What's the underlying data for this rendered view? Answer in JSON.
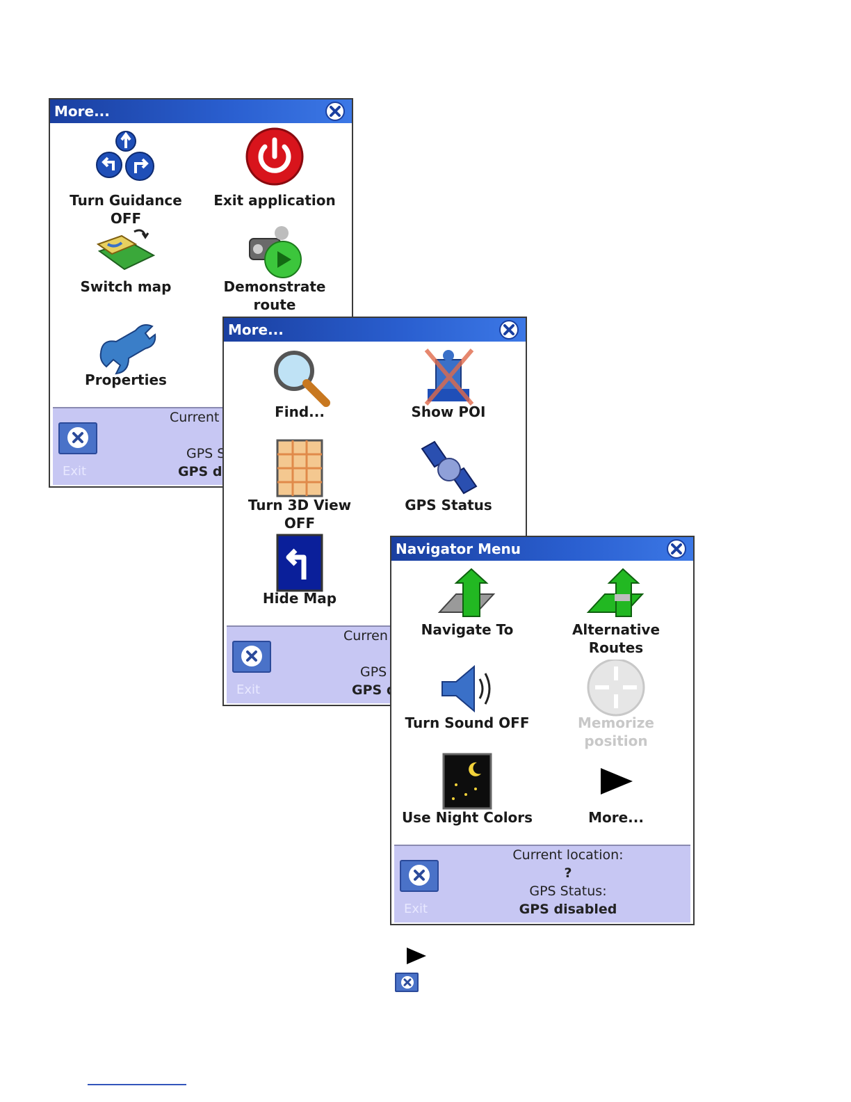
{
  "window1": {
    "title": "More...",
    "items": [
      {
        "label": "Turn Guidance\nOFF",
        "icon": "turn-arrows-icon"
      },
      {
        "label": "Exit application",
        "icon": "power-icon"
      },
      {
        "label": "Switch map",
        "icon": "map-icon"
      },
      {
        "label": "Demonstrate\nroute",
        "icon": "camera-play-icon"
      },
      {
        "label": "Properties",
        "icon": "wrench-icon"
      }
    ],
    "footer": {
      "location_label": "Current",
      "gps_label": "GPS S",
      "gps_value": "GPS di",
      "exit_label": "Exit"
    }
  },
  "window2": {
    "title": "More...",
    "items": [
      {
        "label": "Find...",
        "icon": "magnifier-icon"
      },
      {
        "label": "Show POI",
        "icon": "poi-crossed-icon"
      },
      {
        "label": "Turn 3D View\nOFF",
        "icon": "grid-map-icon"
      },
      {
        "label": "GPS Status",
        "icon": "satellite-icon"
      },
      {
        "label": "Hide Map",
        "icon": "turn-left-sign-icon"
      }
    ],
    "footer": {
      "location_label": "Curren",
      "gps_label": "GPS",
      "gps_value": "GPS d",
      "exit_label": "Exit"
    }
  },
  "window3": {
    "title": "Navigator Menu",
    "items": [
      {
        "label": "Navigate To",
        "icon": "navigate-arrow-icon",
        "enabled": true
      },
      {
        "label": "Alternative\nRoutes",
        "icon": "alt-route-arrow-icon",
        "enabled": true
      },
      {
        "label": "Turn Sound OFF",
        "icon": "speaker-icon",
        "enabled": true
      },
      {
        "label": "Memorize\nposition",
        "icon": "memorize-icon",
        "enabled": false
      },
      {
        "label": "Use Night Colors",
        "icon": "night-icon",
        "enabled": true
      },
      {
        "label": "More...",
        "icon": "play-triangle-icon",
        "enabled": true
      }
    ],
    "footer": {
      "location_label": "Current location:",
      "location_value": "?",
      "gps_label": "GPS Status:",
      "gps_value": "GPS disabled",
      "exit_label": "Exit"
    }
  },
  "colors": {
    "titlebar": "#1a3fa0",
    "footer": "#c7c7f3",
    "exit_button": "#4a72c8"
  }
}
